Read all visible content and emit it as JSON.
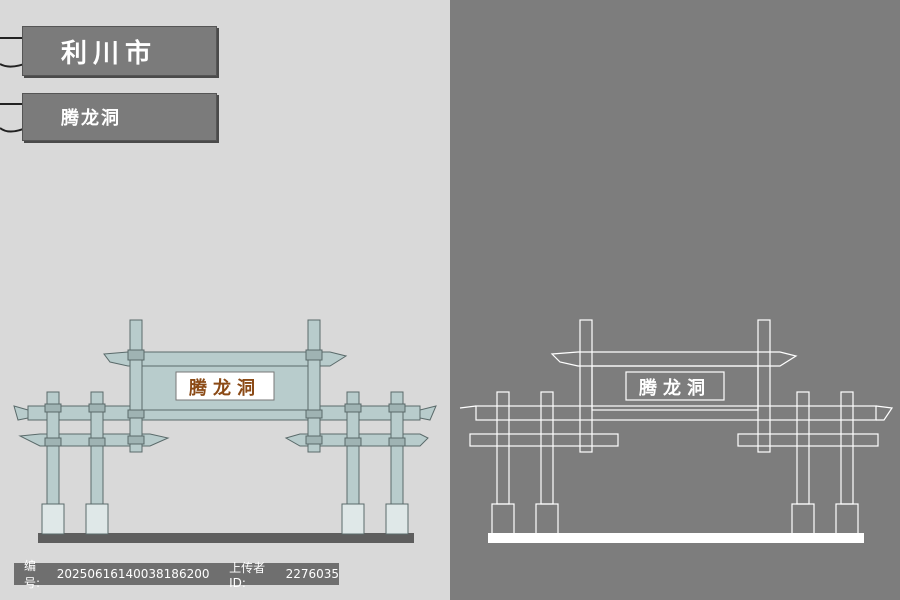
{
  "signs": {
    "city_label": "利川市",
    "cave_label": "腾龙洞"
  },
  "plaque": {
    "text": "腾龙洞"
  },
  "footer": {
    "id_label": "编号:",
    "id_value": "20250616140038186200",
    "uploader_label": "上传者ID:",
    "uploader_value": "2276035"
  },
  "colors": {
    "left_bg": "#d9d9d9",
    "right_bg": "#7d7d7d",
    "gate_fill": "#b8cccc",
    "plaque_text": "#8b4a16",
    "sign_bg": "#7b7b7b"
  }
}
